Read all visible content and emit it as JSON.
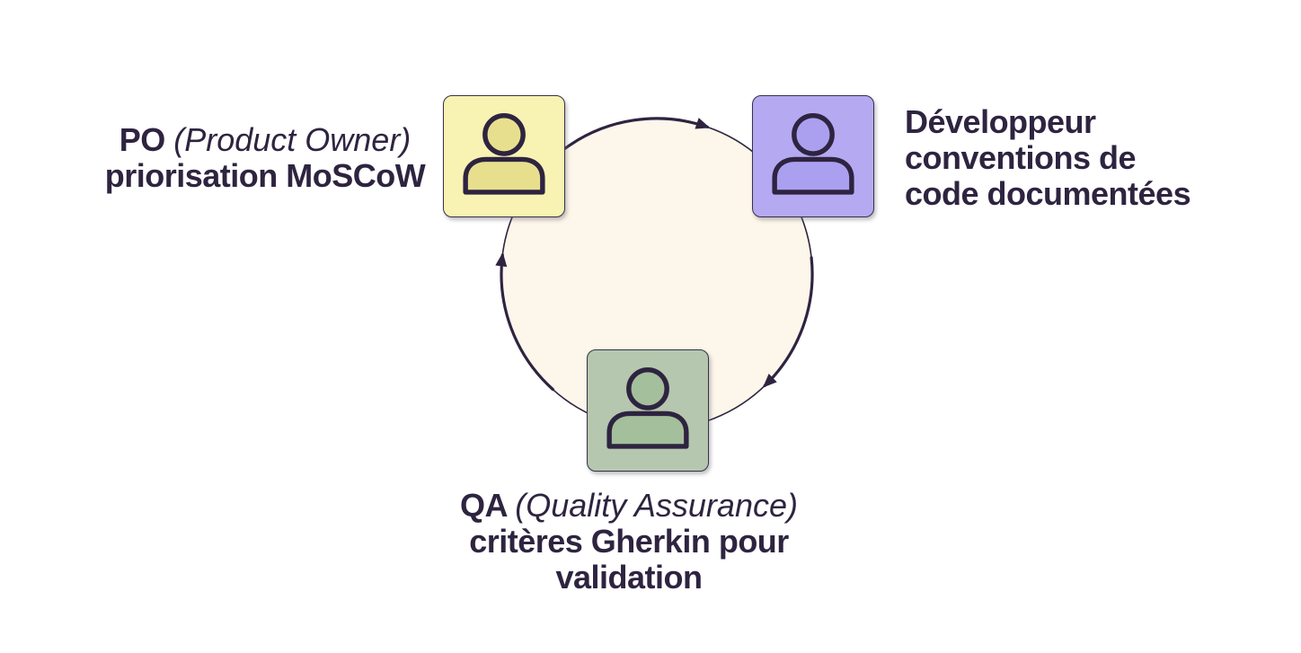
{
  "canvas": {
    "background": "#ffffff"
  },
  "cycle": {
    "direction": "clockwise",
    "fill": "#fdf6ea",
    "stroke": "#2e2440",
    "arrow_color": "#2e2440"
  },
  "text_color": "#2e2440",
  "roles": [
    {
      "id": "po",
      "abbr": "PO",
      "full_name": "(Product Owner)",
      "practice": "priorisation MoSCoW",
      "card_color": "#f8f3b3",
      "icon_fill": "#e8df8e",
      "position": "top-left"
    },
    {
      "id": "developer",
      "name": "Développeur",
      "practice_lines": [
        "conventions de",
        "code documentées"
      ],
      "card_color": "#b5a9f2",
      "icon_fill": "#aba0ef",
      "position": "top-right"
    },
    {
      "id": "qa",
      "abbr": "QA",
      "full_name": "(Quality Assurance)",
      "practice": "critères Gherkin pour validation",
      "card_color": "#b5c7ae",
      "icon_fill": "#a4bf9c",
      "position": "bottom"
    }
  ]
}
